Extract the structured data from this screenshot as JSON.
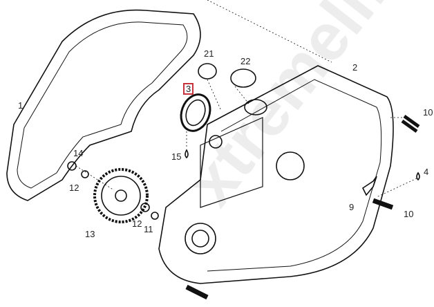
{
  "diagram": {
    "watermark": "xtremelifer",
    "highlight_color": "#c8323a",
    "callouts": {
      "gasket": "1",
      "crankcase": "2",
      "oil_seal": "3",
      "drop_right": "4",
      "bracket": "9",
      "bolt_top": "10",
      "bolt_lower": "10",
      "washer": "11",
      "nut_left": "12",
      "nut_right": "12",
      "gear": "13",
      "cap_nut": "14",
      "drop_left": "15",
      "plug_small": "21",
      "plug_large": "22"
    }
  }
}
